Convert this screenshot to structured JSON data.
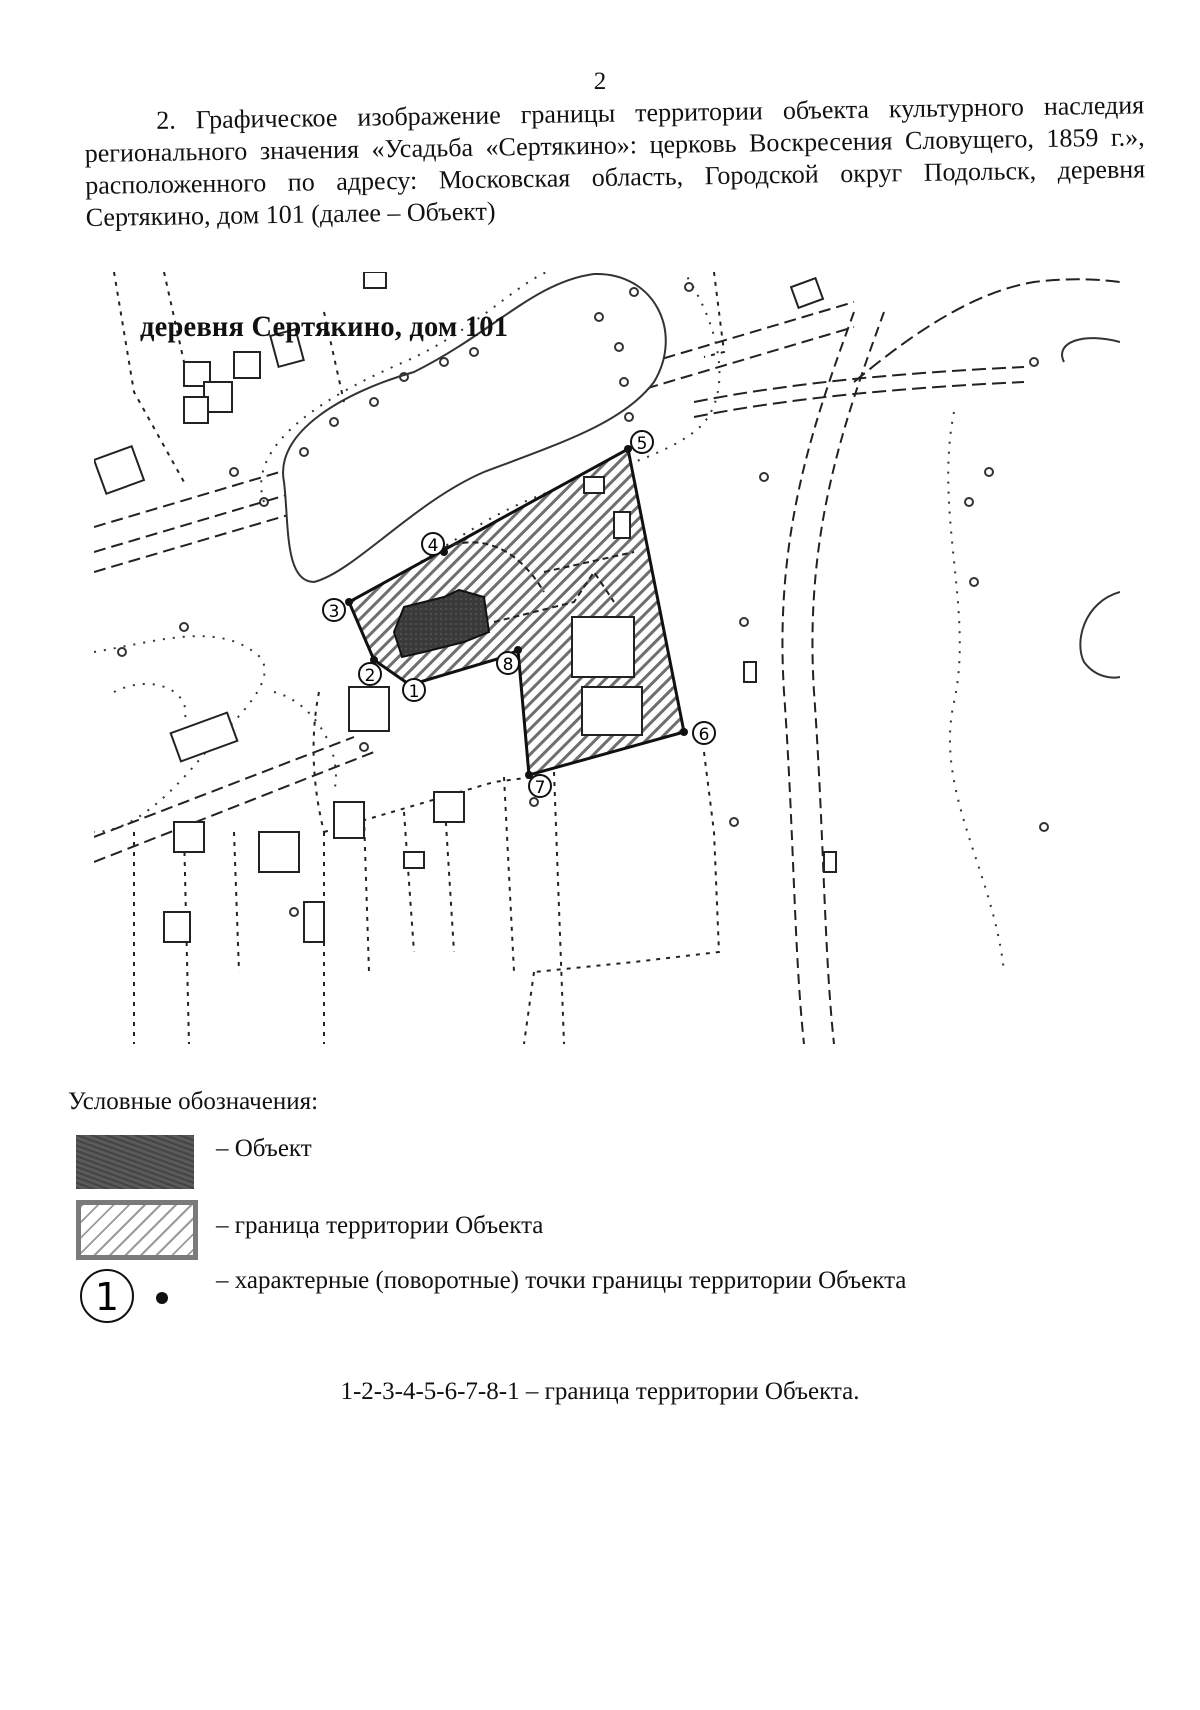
{
  "page_number": "2",
  "heading": "2. Графическое изображение границы территории объекта культурного наследия регионального значения «Усадьба «Сертякино»: церковь Воскресения Словущего, 1859 г.», расположенного по адресу: Московская область, Городской округ Подольск, деревня Сертякино, дом 101 (далее – Объект)",
  "map": {
    "label": "деревня Сертякино, дом 101",
    "point_labels": [
      "1",
      "2",
      "3",
      "4",
      "5",
      "6",
      "7",
      "8"
    ]
  },
  "legend": {
    "title": "Условные обозначения:",
    "object": "– Объект",
    "territory": "– граница территории Объекта",
    "points": "– характерные (поворотные) точки границы территории Объекта",
    "point_sample": "1"
  },
  "sequence": "1-2-3-4-5-6-7-8-1 – граница территории Объекта."
}
